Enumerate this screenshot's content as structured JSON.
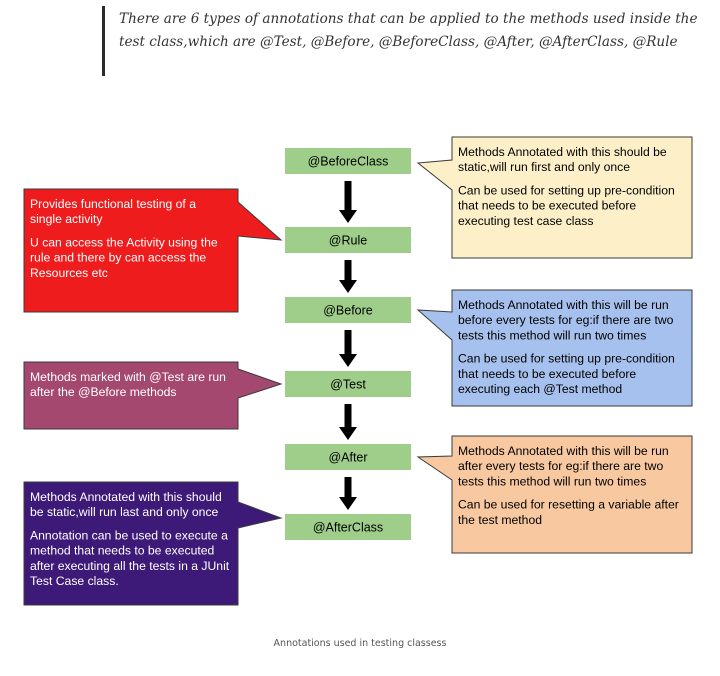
{
  "intro": "There are 6 types of annotations that can be applied to the methods used inside the test class,which are @Test, @Before, @BeforeClass, @After, @AfterClass, @Rule",
  "flow": [
    {
      "id": "beforeclass",
      "label": "@BeforeClass"
    },
    {
      "id": "rule",
      "label": "@Rule"
    },
    {
      "id": "before",
      "label": "@Before"
    },
    {
      "id": "test",
      "label": "@Test"
    },
    {
      "id": "after",
      "label": "@After"
    },
    {
      "id": "afterclass",
      "label": "@AfterClass"
    }
  ],
  "callouts": {
    "beforeclass": {
      "lines": [
        "Methods Annotated with this should be",
        "static,will run first and only once",
        "",
        "Can be used for setting up pre-condition",
        "that needs to be executed before",
        "executing test case class"
      ],
      "fill": "#fdf0c8",
      "text_color": "#000000"
    },
    "rule": {
      "lines": [
        "Provides functional testing of a",
        "single activity",
        "",
        "U can access the Activity using the",
        "rule and there by can access the",
        "Resources etc"
      ],
      "fill": "#ee1c1c",
      "text_color": "#ffffff"
    },
    "before": {
      "lines": [
        "Methods Annotated with this will be run",
        "before every tests for eg:if there are two",
        "tests this method will run two times",
        "",
        "Can be used for setting up pre-condition",
        "that needs to be executed before",
        "executing each @Test method"
      ],
      "fill": "#a7c1ee",
      "text_color": "#000000"
    },
    "test": {
      "lines": [
        "Methods marked with @Test are run",
        "after the @Before methods"
      ],
      "fill": "#a5486f",
      "text_color": "#ffffff"
    },
    "after": {
      "lines": [
        "Methods Annotated with this will be run",
        "after every tests for eg:if there are two",
        "tests this method will run two times",
        "",
        "Can be used for resetting a variable after",
        "the test method"
      ],
      "fill": "#f8c9a0",
      "text_color": "#000000"
    },
    "afterclass": {
      "lines": [
        "Methods Annotated with this should",
        "be static,will run last and only once",
        "",
        "Annotation can be used to execute a",
        "method that needs to be executed",
        "after executing all the tests in a JUnit",
        "Test Case class."
      ],
      "fill": "#3d1a78",
      "text_color": "#ffffff"
    }
  },
  "colors": {
    "node_fill": "#9fce8a",
    "arrow": "#000000"
  },
  "caption": "Annotations used in testing classess"
}
